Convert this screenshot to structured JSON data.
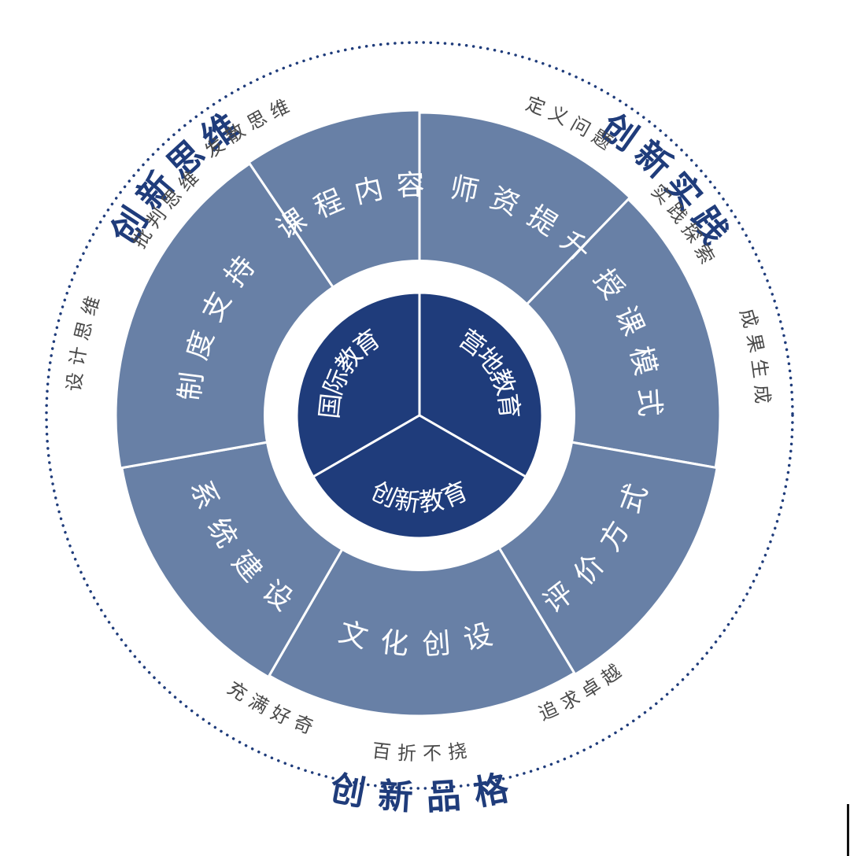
{
  "colors": {
    "outer_ring": "#6880a6",
    "core": "#1f3c7b",
    "heading": "#1f3c7b",
    "small_text": "#4a4a4a",
    "dots": "#1f3c7b",
    "divider": "#ffffff"
  },
  "core": [
    {
      "id": "international",
      "label": "国际教育"
    },
    {
      "id": "local",
      "label": "营地教育"
    },
    {
      "id": "innovation",
      "label": "创新教育"
    }
  ],
  "segments": [
    {
      "id": "curriculum",
      "label": "课程内容"
    },
    {
      "id": "teachers",
      "label": "师资提升"
    },
    {
      "id": "teaching",
      "label": "授课模式"
    },
    {
      "id": "evaluation",
      "label": "评价方式"
    },
    {
      "id": "culture",
      "label": "文化创设"
    },
    {
      "id": "system",
      "label": "系统建设"
    },
    {
      "id": "policy",
      "label": "制度支持"
    }
  ],
  "headings": [
    {
      "id": "thinking",
      "label": "创新思维"
    },
    {
      "id": "practice",
      "label": "创新实践"
    },
    {
      "id": "character",
      "label": "创新品格"
    }
  ],
  "keywords": [
    {
      "id": "divergent",
      "label": "发散思维"
    },
    {
      "id": "critical",
      "label": "批判思维"
    },
    {
      "id": "design",
      "label": "设计思维"
    },
    {
      "id": "define",
      "label": "定义问题"
    },
    {
      "id": "explore",
      "label": "实践探索"
    },
    {
      "id": "results",
      "label": "成果生成"
    },
    {
      "id": "excellence",
      "label": "追求卓越"
    },
    {
      "id": "persevere",
      "label": "百折不挠"
    },
    {
      "id": "curious",
      "label": "充满好奇"
    }
  ]
}
